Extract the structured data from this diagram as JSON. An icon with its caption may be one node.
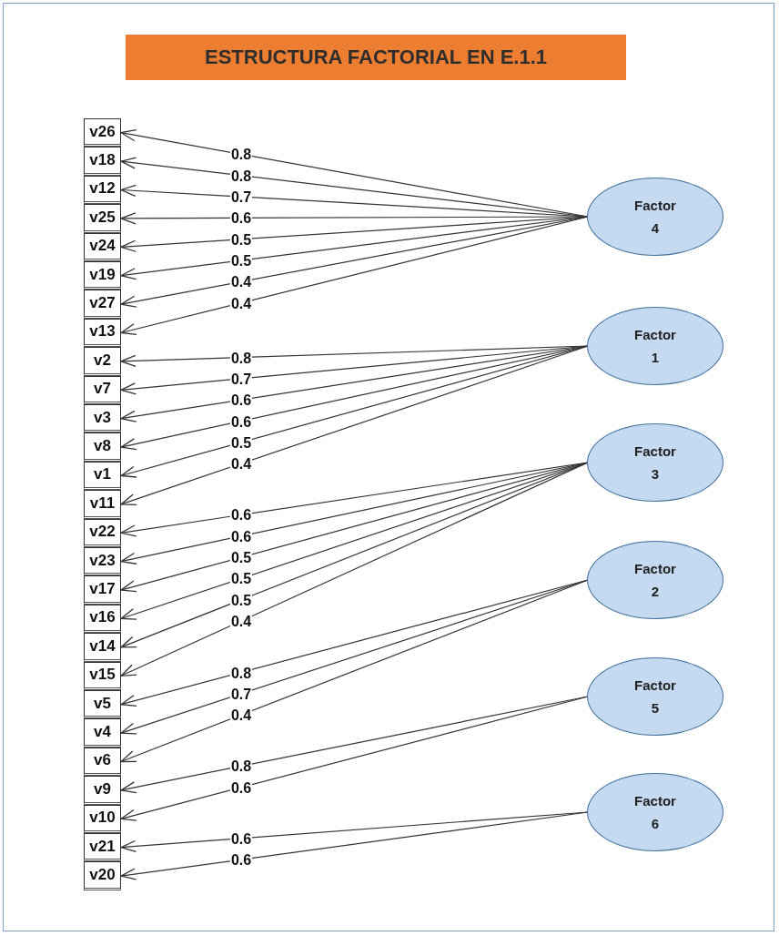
{
  "diagram": {
    "title": "ESTRUCTURA FACTORIAL EN E.1.1",
    "nodes": [
      {
        "text": [
          "v26"
        ]
      },
      {
        "text": [
          "v18"
        ]
      },
      {
        "text": [
          "v12"
        ]
      },
      {
        "text": [
          "v25"
        ]
      },
      {
        "text": [
          "v24"
        ]
      },
      {
        "text": [
          "v19"
        ]
      },
      {
        "text": [
          "v27"
        ]
      },
      {
        "text": [
          "v13"
        ]
      },
      {
        "text": [
          "v2"
        ]
      },
      {
        "text": [
          "v7"
        ]
      },
      {
        "text": [
          "v3"
        ]
      },
      {
        "text": [
          "v8"
        ]
      },
      {
        "text": [
          "v1"
        ]
      },
      {
        "text": [
          "v11"
        ]
      },
      {
        "text": [
          "v22"
        ]
      },
      {
        "text": [
          "v23"
        ]
      },
      {
        "text": [
          "v17"
        ]
      },
      {
        "text": [
          "v16"
        ]
      },
      {
        "text": [
          "v14"
        ]
      },
      {
        "text": [
          "v15"
        ]
      },
      {
        "text": [
          "v5"
        ]
      },
      {
        "text": [
          "v4"
        ]
      },
      {
        "text": [
          "v6"
        ]
      },
      {
        "text": [
          "v9"
        ]
      },
      {
        "text": [
          "v10"
        ]
      },
      {
        "text": [
          "v21"
        ]
      },
      {
        "text": [
          "v20"
        ]
      },
      {
        "text": [
          "Factor 4"
        ]
      },
      {
        "text": [
          "Factor 1"
        ]
      },
      {
        "text": [
          "Factor 3"
        ]
      },
      {
        "text": [
          "Factor 2"
        ]
      },
      {
        "text": [
          "Factor 5"
        ]
      },
      {
        "text": [
          "Factor 6"
        ]
      }
    ],
    "edges": [
      {
        "from": 27,
        "to": 0,
        "arrow": "to",
        "label": "0.8"
      },
      {
        "from": 27,
        "to": 1,
        "arrow": "to",
        "label": "0.8"
      },
      {
        "from": 27,
        "to": 2,
        "arrow": "to",
        "label": "0.7"
      },
      {
        "from": 27,
        "to": 3,
        "arrow": "to",
        "label": "0.6"
      },
      {
        "from": 27,
        "to": 4,
        "arrow": "to",
        "label": "0.5"
      },
      {
        "from": 27,
        "to": 5,
        "arrow": "to",
        "label": "0.5"
      },
      {
        "from": 27,
        "to": 6,
        "arrow": "to",
        "label": "0.4"
      },
      {
        "from": 27,
        "to": 7,
        "arrow": "to",
        "label": "0.4"
      },
      {
        "from": 28,
        "to": 8,
        "arrow": "to",
        "label": "0.8"
      },
      {
        "from": 28,
        "to": 9,
        "arrow": "to",
        "label": "0.7"
      },
      {
        "from": 28,
        "to": 10,
        "arrow": "to",
        "label": "0.6"
      },
      {
        "from": 28,
        "to": 11,
        "arrow": "to",
        "label": "0.6"
      },
      {
        "from": 28,
        "to": 12,
        "arrow": "to",
        "label": "0.5"
      },
      {
        "from": 28,
        "to": 13,
        "arrow": "to",
        "label": "0.4"
      },
      {
        "from": 29,
        "to": 14,
        "arrow": "to",
        "label": "0.6"
      },
      {
        "from": 29,
        "to": 15,
        "arrow": "to",
        "label": "0.6"
      },
      {
        "from": 29,
        "to": 16,
        "arrow": "to",
        "label": "0.5"
      },
      {
        "from": 29,
        "to": 17,
        "arrow": "to",
        "label": "0.5"
      },
      {
        "from": 29,
        "to": 18,
        "arrow": "to",
        "label": "0.5"
      },
      {
        "from": 29,
        "to": 19,
        "arrow": "to",
        "label": "0.4"
      },
      {
        "from": 30,
        "to": 20,
        "arrow": "to",
        "label": "0.8"
      },
      {
        "from": 30,
        "to": 21,
        "arrow": "to",
        "label": "0.7"
      },
      {
        "from": 30,
        "to": 22,
        "arrow": "to",
        "label": "0.4"
      },
      {
        "from": 31,
        "to": 23,
        "arrow": "to",
        "label": "0.8"
      },
      {
        "from": 31,
        "to": 24,
        "arrow": "to",
        "label": "0.6"
      },
      {
        "from": 32,
        "to": 25,
        "arrow": "to",
        "label": "0.6"
      },
      {
        "from": 32,
        "to": 26,
        "arrow": "to",
        "label": "0.6"
      }
    ]
  }
}
